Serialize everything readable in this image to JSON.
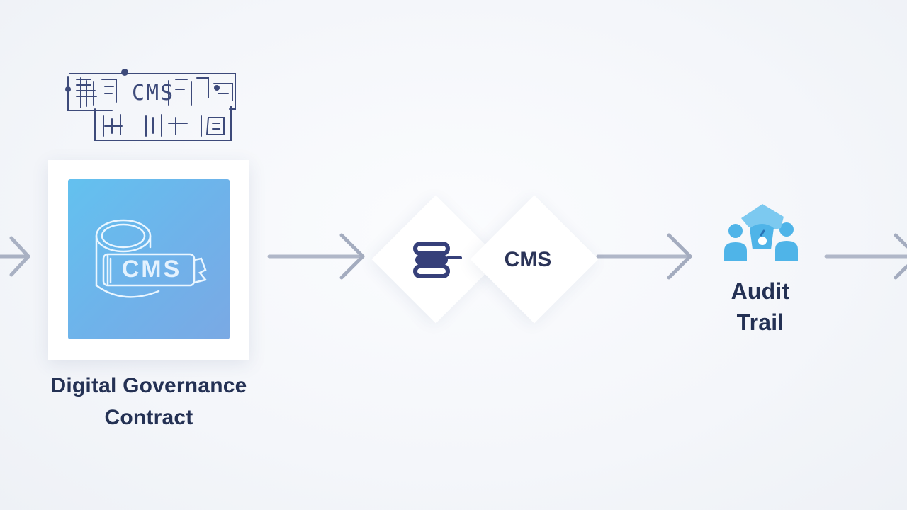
{
  "sketch": {
    "label": "CMS"
  },
  "contract": {
    "tile_text": "CMS",
    "caption_line1": "Digital Governance",
    "caption_line2": "Contract"
  },
  "cms_node": {
    "label": "CMS"
  },
  "audit": {
    "caption_line1": "Audit",
    "caption_line2": "Trail"
  },
  "colors": {
    "background": "#f4f6fa",
    "tile_gradient_start": "#63c1ef",
    "tile_gradient_end": "#7aa9e4",
    "arrow": "#a9b1c3",
    "text_dark": "#243154",
    "icon_navy": "#36407a",
    "icon_blue": "#4fb4e8"
  },
  "icons": {
    "sketch": "circuit-sketch-icon",
    "tile": "database-drum-icon",
    "diamond_left": "database-icon",
    "audit": "people-group-icon"
  }
}
